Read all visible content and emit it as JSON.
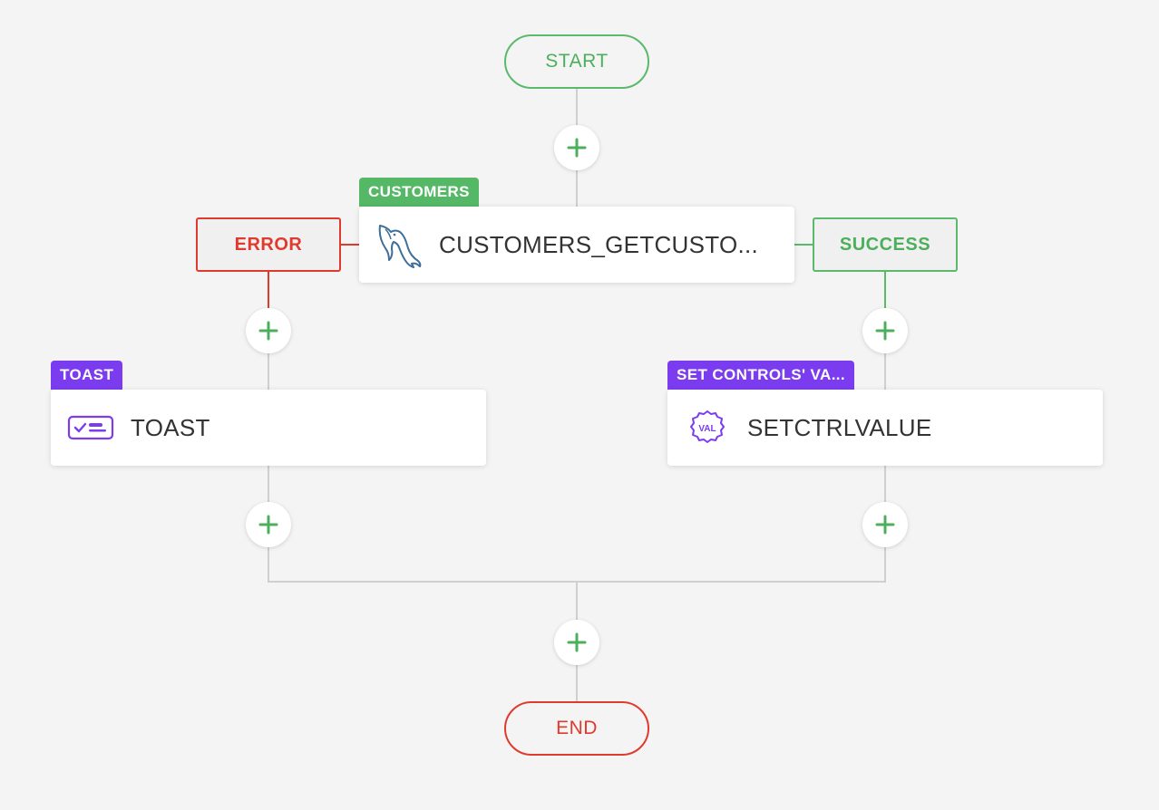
{
  "flow": {
    "start_label": "START",
    "end_label": "END",
    "main_node": {
      "tag": "CUSTOMERS",
      "label": "CUSTOMERS_GETCUSTO...",
      "icon": "mysql-dolphin-icon"
    },
    "error_branch_label": "ERROR",
    "success_branch_label": "SUCCESS",
    "error_node": {
      "tag": "TOAST",
      "label": "TOAST",
      "icon": "toast-message-icon"
    },
    "success_node": {
      "tag": "SET CONTROLS' VA...",
      "label": "SETCTRLVALUE",
      "icon": "val-gear-icon"
    }
  },
  "colors": {
    "background": "#f4f4f4",
    "start_green": "#5bb96b",
    "end_red": "#e03a2f",
    "connector_grey": "#cfcfcf",
    "tag_purple": "#7b3cf0",
    "tag_green": "#55b866",
    "plus_green": "#4caf5c"
  }
}
